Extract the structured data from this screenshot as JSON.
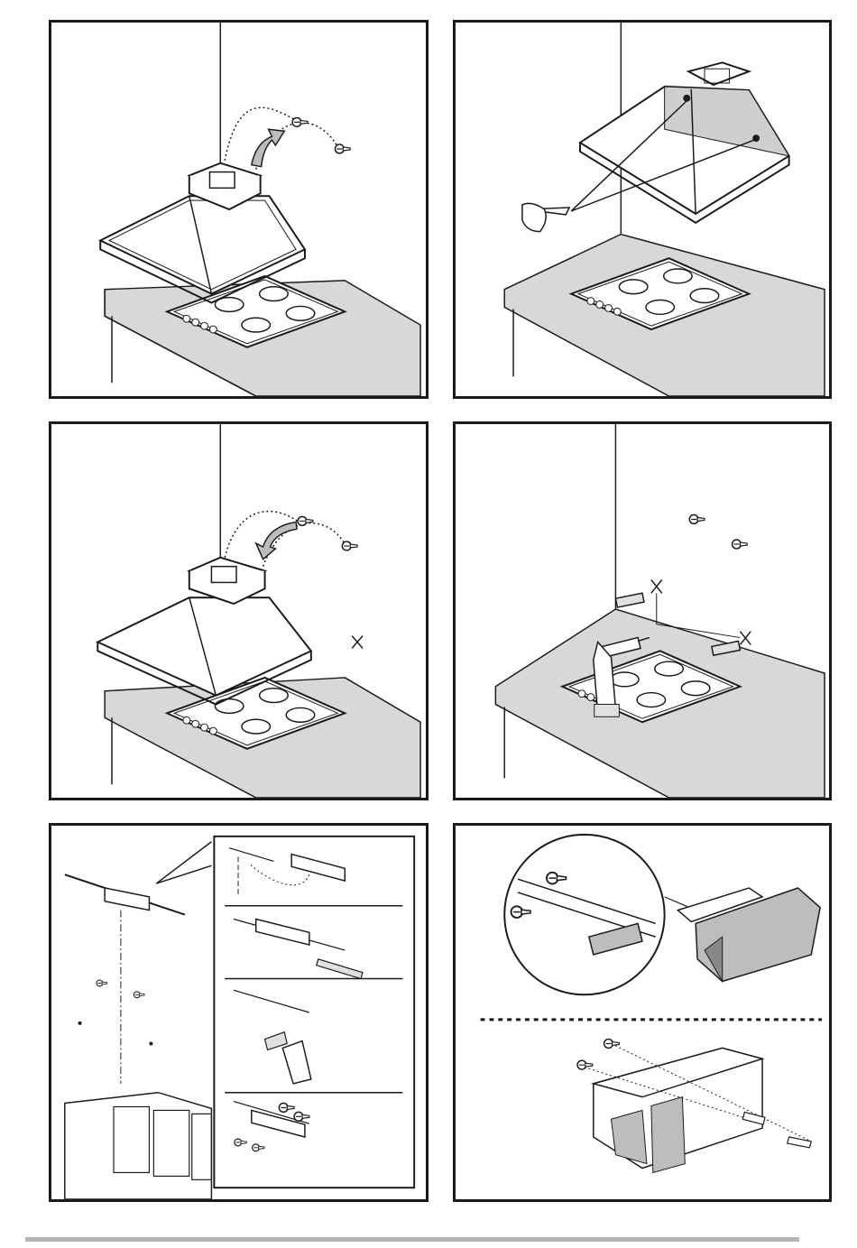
{
  "document": {
    "type": "installation-instructions-illustrations",
    "panel_count": 6,
    "panels": [
      {
        "id": "p1",
        "icons": [
          "ducted-mode-icon",
          "recirculation-mode-icon"
        ],
        "illustration": "hood-lifted-screws-removed"
      },
      {
        "id": "p2",
        "icons": [
          "ducted-mode-icon",
          "recirculation-mode-icon"
        ],
        "illustration": "mark-hole-positions-on-wall"
      },
      {
        "id": "p3",
        "icons": [
          "ducted-mode-icon",
          "recirculation-mode-icon"
        ],
        "illustration": "hood-lowered-screws-refit"
      },
      {
        "id": "p4",
        "icons": [
          "ducted-mode-icon",
          "recirculation-mode-icon"
        ],
        "illustration": "drill-and-insert-wall-plugs"
      },
      {
        "id": "p5",
        "icons": [
          "ducted-mode-icon",
          "recirculation-mode-icon"
        ],
        "illustration": "fix-bracket-to-ceiling"
      },
      {
        "id": "p6",
        "icons": [
          "ducted-mode-icon",
          "recirculation-mode-icon"
        ],
        "illustration": "fit-duct-support-bracket"
      }
    ]
  },
  "colors": {
    "ink": "#1a1a1a",
    "shade": "#c8c8c8",
    "light": "#ececec",
    "rule": "#b5b5b5"
  }
}
